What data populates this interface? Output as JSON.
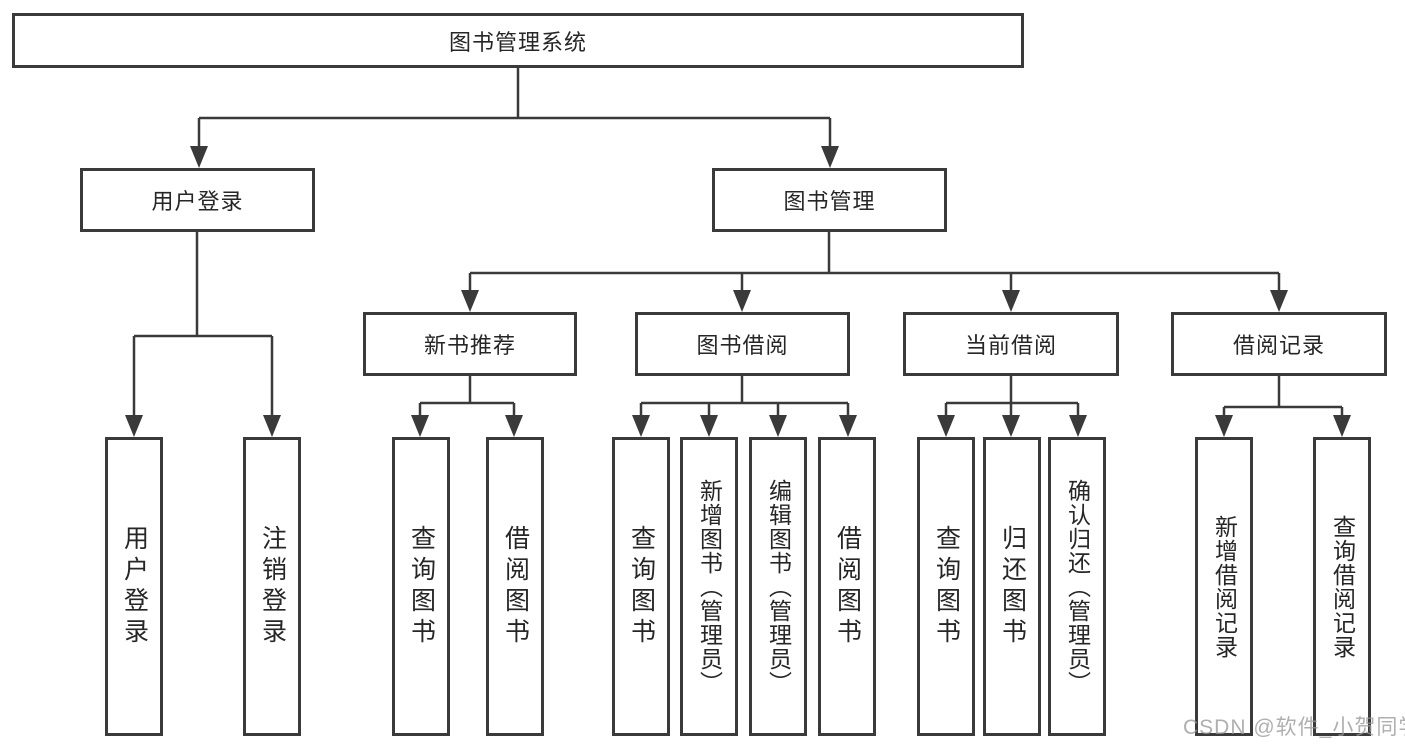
{
  "diagram": {
    "root": {
      "label": "图书管理系统"
    },
    "branches": [
      {
        "label": "用户登录",
        "children": [
          {
            "label": "用户登录"
          },
          {
            "label": "注销登录"
          }
        ]
      },
      {
        "label": "图书管理",
        "groups": [
          {
            "label": "新书推荐",
            "children": [
              {
                "label": "查询图书"
              },
              {
                "label": "借阅图书"
              }
            ]
          },
          {
            "label": "图书借阅",
            "children": [
              {
                "label": "查询图书"
              },
              {
                "label": "新增图书（管理员）"
              },
              {
                "label": "编辑图书（管理员）"
              },
              {
                "label": "借阅图书"
              }
            ]
          },
          {
            "label": "当前借阅",
            "children": [
              {
                "label": "查询图书"
              },
              {
                "label": "归还图书"
              },
              {
                "label": "确认归还（管理员）"
              }
            ]
          },
          {
            "label": "借阅记录",
            "children": [
              {
                "label": "新增借阅记录"
              },
              {
                "label": "查询借阅记录"
              }
            ]
          }
        ]
      }
    ]
  },
  "watermark": {
    "text": "CSDN @软件_小贺同学"
  },
  "colors": {
    "line": "#3a3a3a",
    "text": "#262626",
    "box_fill": "#ffffff",
    "watermark": "#989898"
  }
}
